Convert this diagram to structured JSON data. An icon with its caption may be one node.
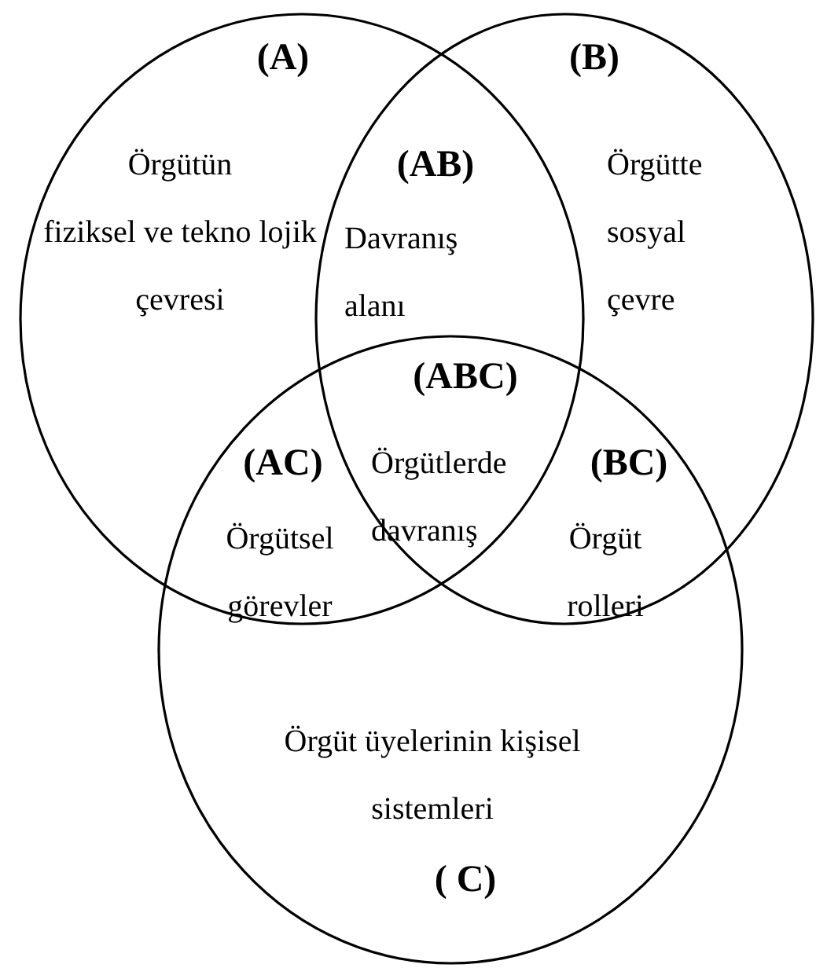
{
  "diagram": {
    "nodes": [
      {
        "text": [
          "(A)",
          "Örgütün fiziksel ve tekno lojik çevresi"
        ]
      },
      {
        "text": [
          "(B)",
          "Örgütte sosyal çevre"
        ]
      },
      {
        "text": [
          "Örgüt üyelerinin kişisel sistemleri",
          "( C)"
        ]
      }
    ],
    "labels": [
      "(AB)",
      "Davranış alanı",
      "(ABC)",
      "(AC)",
      "Örgütlerde davranış",
      "(BC)",
      "Örgütsel görevler",
      "Örgüt rolleri"
    ]
  }
}
